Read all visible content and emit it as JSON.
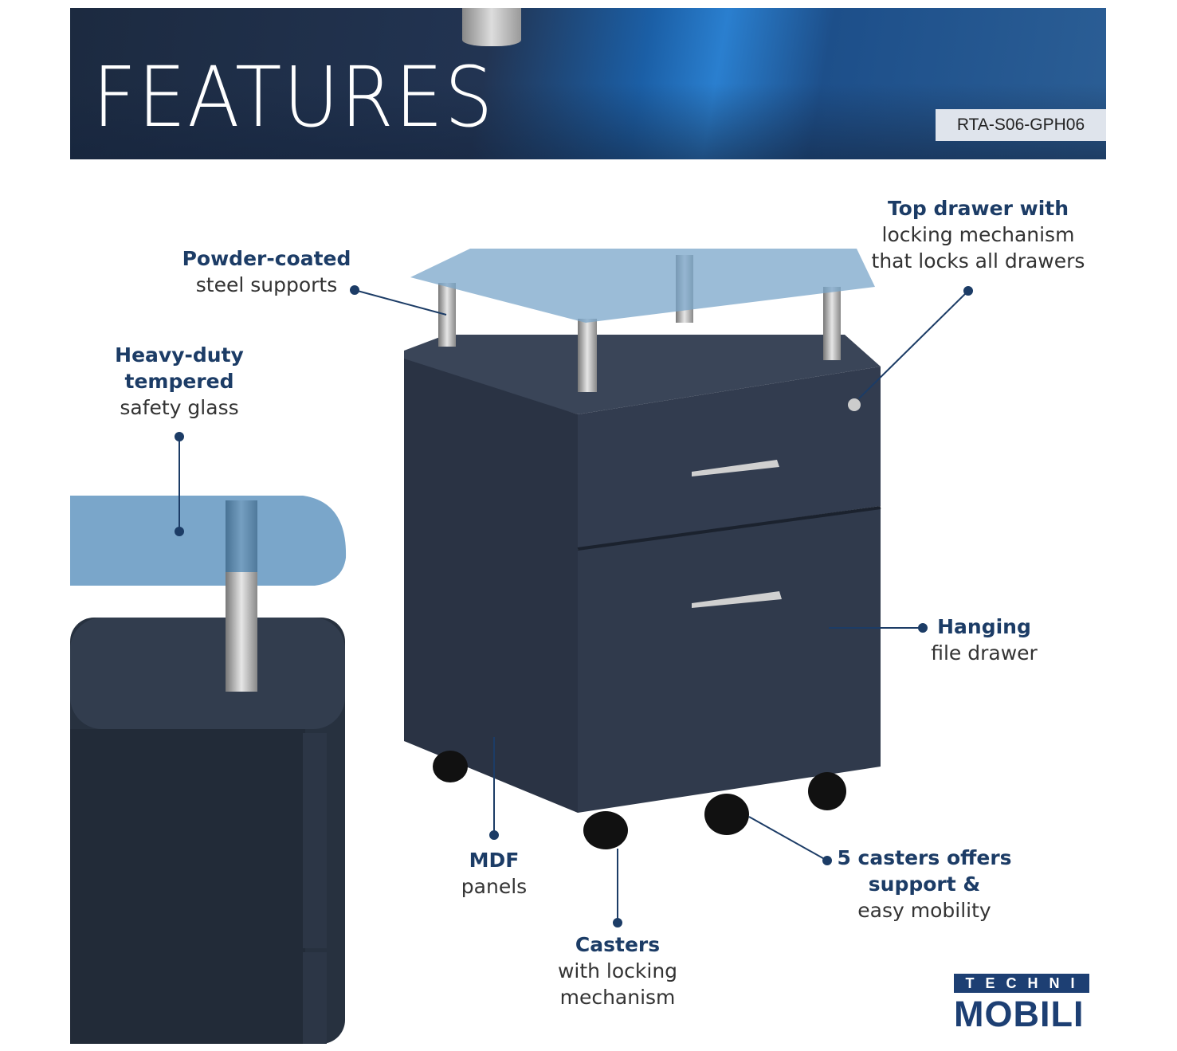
{
  "banner": {
    "title": "FEATURES",
    "sku": "RTA-S06-GPH06"
  },
  "features": [
    {
      "title": "Powder-coated",
      "lines": [
        "steel supports"
      ]
    },
    {
      "title": "Heavy-duty",
      "title2": "tempered",
      "lines": [
        "safety glass"
      ]
    },
    {
      "title": "Top drawer with",
      "lines": [
        "locking mechanism",
        "that locks all drawers"
      ]
    },
    {
      "title": "Hanging",
      "lines": [
        "file drawer"
      ]
    },
    {
      "title": "MDF",
      "lines": [
        "panels"
      ]
    },
    {
      "title": "5 casters offers",
      "title2": "support &",
      "lines": [
        "easy mobility"
      ]
    },
    {
      "title": "Casters",
      "lines": [
        "with locking",
        "mechanism"
      ]
    }
  ],
  "logo": {
    "top": "TECHNI",
    "bottom": "MOBILI"
  },
  "colors": {
    "accent": "#1c3c66",
    "cabinet": "#2f3a4c",
    "glass": "#5d8fb8"
  }
}
